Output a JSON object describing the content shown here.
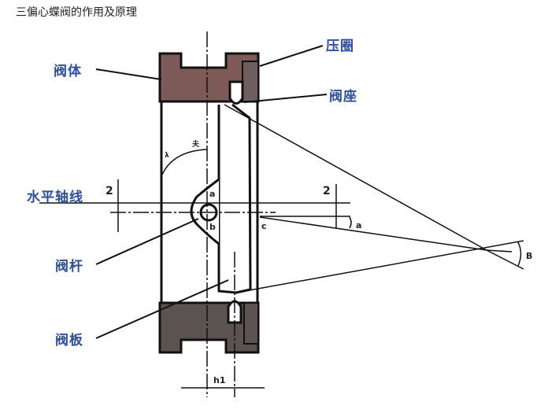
{
  "title": "三偏心蝶阀的作用及原理",
  "labels": {
    "valve_body": "阀体",
    "pressure_ring": "压圈",
    "valve_seat": "阀座",
    "horizontal_axis": "水平轴线",
    "valve_stem": "阀杆",
    "valve_disc": "阀板"
  },
  "marks": {
    "a_top": "a",
    "b": "b",
    "c": "c",
    "alpha": "a",
    "beta": "B",
    "h1": "h1",
    "offset_left": "2",
    "offset_right": "2",
    "angle_1": "λ",
    "angle_2": "夫"
  },
  "colors": {
    "label": "#2d4f9e",
    "body_fill": "#7d5a58",
    "lower_fill": "#5a5350"
  }
}
